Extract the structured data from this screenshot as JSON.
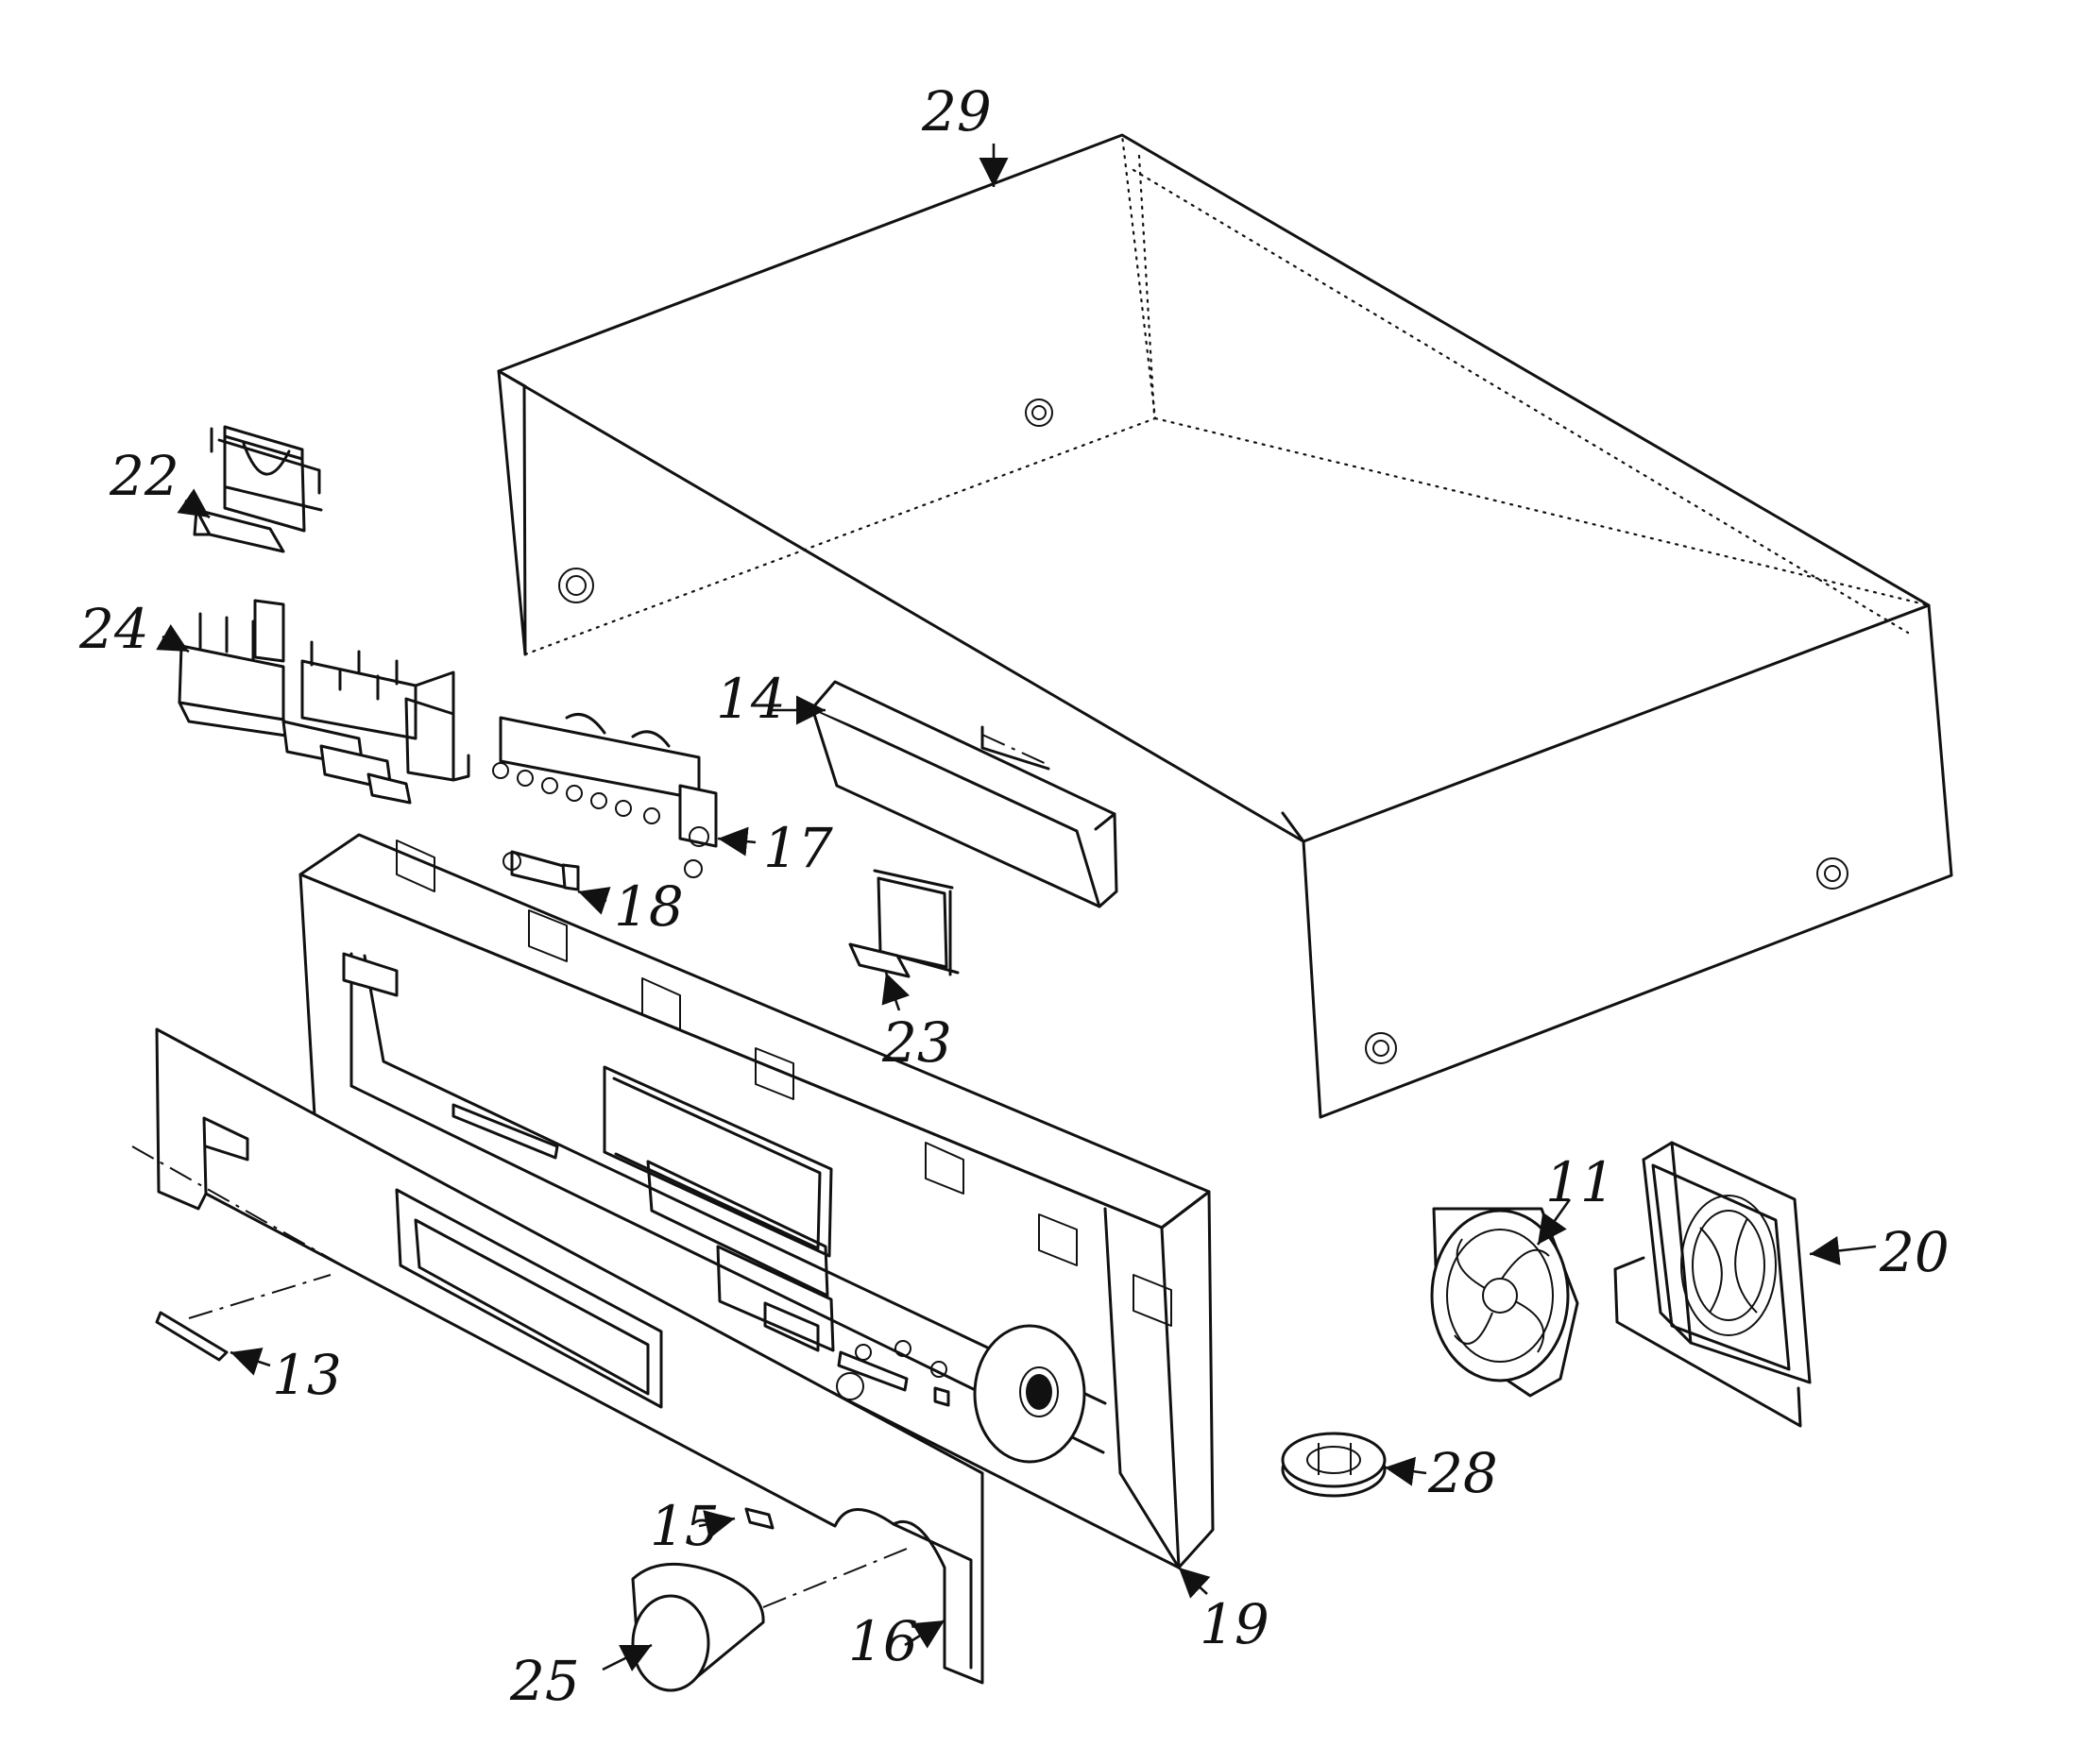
{
  "callouts": [
    {
      "id": "c29",
      "text": "29"
    },
    {
      "id": "c22",
      "text": "22"
    },
    {
      "id": "c24",
      "text": "24"
    },
    {
      "id": "c14",
      "text": "14"
    },
    {
      "id": "c17",
      "text": "17"
    },
    {
      "id": "c18",
      "text": "18"
    },
    {
      "id": "c23",
      "text": "23"
    },
    {
      "id": "c11",
      "text": "11"
    },
    {
      "id": "c20",
      "text": "20"
    },
    {
      "id": "c13",
      "text": "13"
    },
    {
      "id": "c28",
      "text": "28"
    },
    {
      "id": "c15",
      "text": "15"
    },
    {
      "id": "c16",
      "text": "16"
    },
    {
      "id": "c19",
      "text": "19"
    },
    {
      "id": "c25",
      "text": "25"
    }
  ]
}
